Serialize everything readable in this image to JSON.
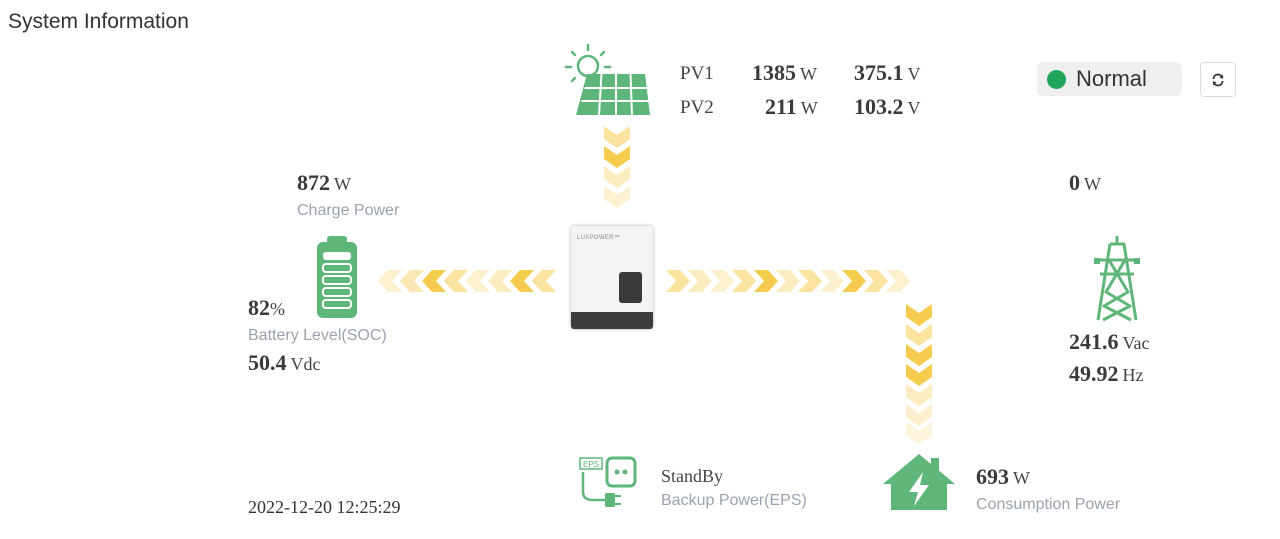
{
  "title": "System Information",
  "pv": {
    "rows": [
      {
        "label": "PV1",
        "power": "1385",
        "power_unit": "W",
        "voltage": "375.1",
        "voltage_unit": "V"
      },
      {
        "label": "PV2",
        "power": "211",
        "power_unit": "W",
        "voltage": "103.2",
        "voltage_unit": "V"
      }
    ]
  },
  "status": {
    "text": "Normal",
    "color": "#21a55a"
  },
  "battery": {
    "charge_power": "872",
    "charge_power_unit": "W",
    "charge_power_label": "Charge Power",
    "soc": "82",
    "soc_unit": "%",
    "soc_label": "Battery Level(SOC)",
    "voltage": "50.4",
    "voltage_unit": "Vdc"
  },
  "grid": {
    "power": "0",
    "power_unit": "W",
    "voltage": "241.6",
    "voltage_unit": "Vac",
    "frequency": "49.92",
    "frequency_unit": "Hz"
  },
  "inverter": {
    "brand": "LUXPOWER™"
  },
  "eps": {
    "status": "StandBy",
    "label": "Backup Power(EPS)",
    "icon_text": "EPS"
  },
  "consumption": {
    "power": "693",
    "power_unit": "W",
    "label": "Consumption Power"
  },
  "timestamp": "2022-12-20 12:25:29",
  "colors": {
    "accent_green": "#5fb67a",
    "flow_yellow": "#f5c842",
    "flow_pale": "#fbe9a8"
  }
}
